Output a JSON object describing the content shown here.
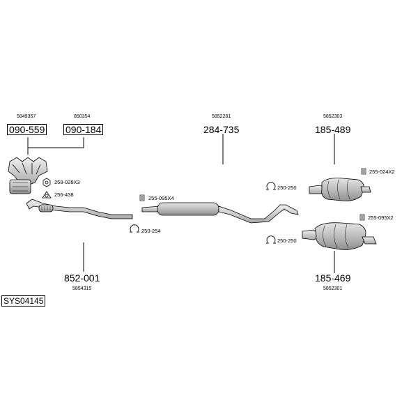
{
  "system_code": "SYS04145",
  "parts": {
    "manifold_a": {
      "oem": "5849357",
      "number": "090-559"
    },
    "manifold_b": {
      "oem": "850354",
      "number": "090-184"
    },
    "front_pipe": {
      "oem": "5854315",
      "number": "852-001"
    },
    "middle_silencer": {
      "oem": "5852261",
      "number": "284-735"
    },
    "rear_silencer_upper": {
      "oem": "5852303",
      "number": "185-489"
    },
    "rear_silencer_lower": {
      "oem": "5852301",
      "number": "185-469"
    }
  },
  "accessories": {
    "nut": "258-028X3",
    "gasket_ring": "256-438",
    "bolt_kit_front": "255-095X4",
    "clamp_front": "250-254",
    "clamp_mid": "250-250",
    "clamp_rear": "250-250",
    "bolt_kit_upper": "255-024X2",
    "bolt_kit_lower": "255-095X2"
  },
  "colors": {
    "line": "#000000",
    "part_fill": "#cfcfcf",
    "part_shade": "#9a9a9a"
  }
}
